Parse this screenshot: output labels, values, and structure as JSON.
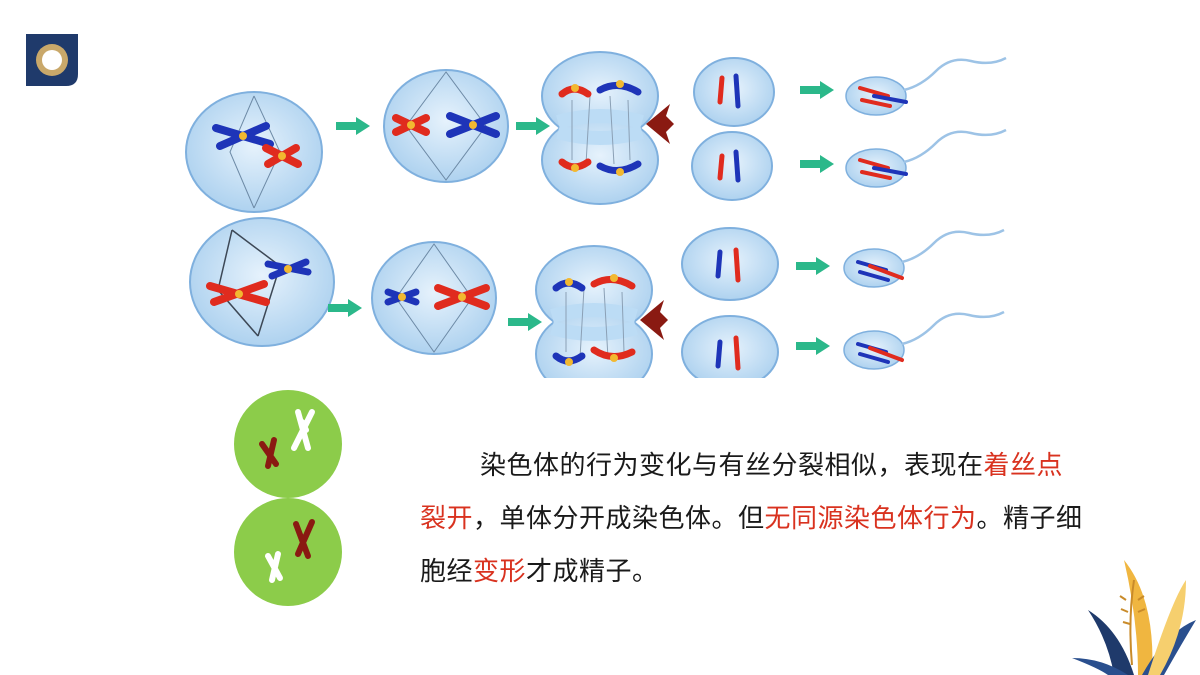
{
  "colors": {
    "cell_fill": "#bcdcf5",
    "cell_stroke": "#7fb0de",
    "red_chromosome": "#e02b1e",
    "blue_chromosome": "#1e34b8",
    "arrow_green": "#2bb88a",
    "dark_red": "#8a1a12",
    "highlight_text": "#d9321f",
    "mini_cell_green": "#8ccc4a",
    "logo_navy": "#1f3a6b",
    "logo_gold": "#c9a86a"
  },
  "icons": {
    "logo": "ring-logo-icon",
    "plant": "leaf-decoration-icon"
  },
  "paragraph": {
    "seg1": "染色体的行为变化与有丝分裂相似，表现在",
    "seg2": "着丝点裂开",
    "seg3": "，单体分开成染色体。但",
    "seg4": "无同源染色体行为",
    "seg5": "。精子细胞经",
    "seg6": "变形",
    "seg7": "才成精子。"
  }
}
